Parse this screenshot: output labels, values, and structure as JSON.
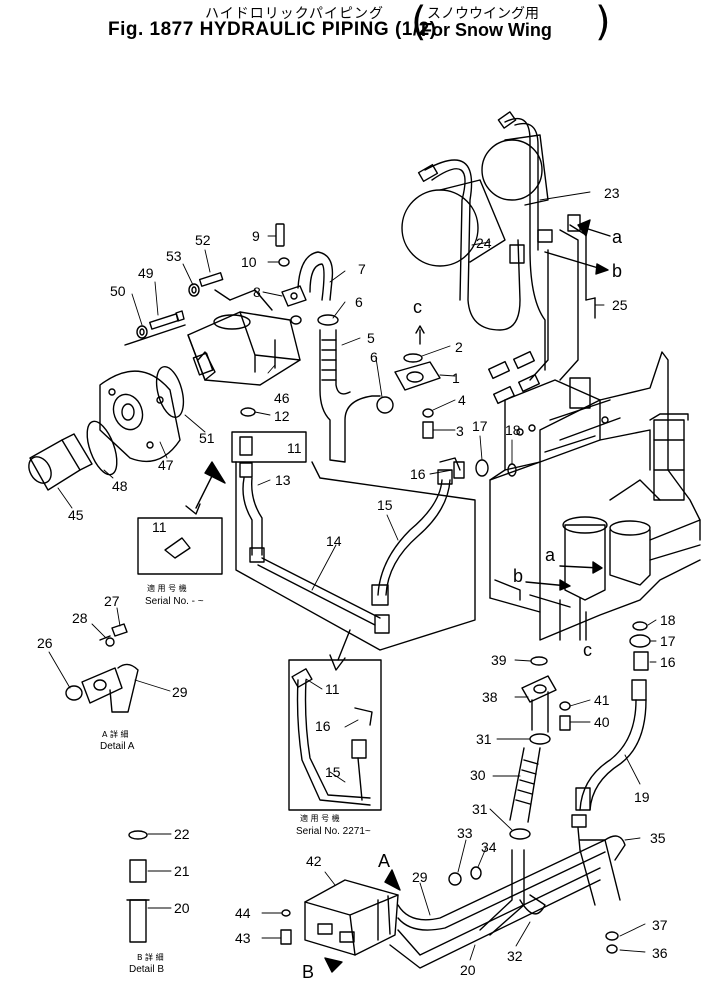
{
  "header": {
    "title_jp": "ハイドロリックパイピング",
    "title": "Fig. 1877 HYDRAULIC PIPING (1/2)",
    "subtitle_jp": "スノウウイング用",
    "subtitle": "For Snow Wing"
  },
  "parts": {
    "p1": "1",
    "p2": "2",
    "p3": "3",
    "p4": "4",
    "p5": "5",
    "p6a": "6",
    "p6b": "6",
    "p7": "7",
    "p8": "8",
    "p9": "9",
    "p10": "10",
    "p11a": "11",
    "p11b": "11",
    "p11c": "11",
    "p12": "12",
    "p13": "13",
    "p14": "14",
    "p15a": "15",
    "p15b": "15",
    "p16a": "16",
    "p16b": "16",
    "p16c": "16",
    "p17a": "17",
    "p17b": "17",
    "p18a": "18",
    "p18b": "18",
    "p19": "19",
    "p20a": "20",
    "p20b": "20",
    "p21": "21",
    "p22": "22",
    "p23": "23",
    "p24": "24",
    "p25": "25",
    "p26": "26",
    "p27": "27",
    "p28": "28",
    "p29a": "29",
    "p29b": "29",
    "p30": "30",
    "p31a": "31",
    "p31b": "31",
    "p32": "32",
    "p33": "33",
    "p34": "34",
    "p35": "35",
    "p36": "36",
    "p37": "37",
    "p38": "38",
    "p39": "39",
    "p40": "40",
    "p41": "41",
    "p42": "42",
    "p43": "43",
    "p44": "44",
    "p45": "45",
    "p46": "46",
    "p47": "47",
    "p48": "48",
    "p49": "49",
    "p50": "50",
    "p51": "51",
    "p52": "52",
    "p53": "53"
  },
  "refs": {
    "a1": "a",
    "b1": "b",
    "c1": "c",
    "a2": "a",
    "b2": "b",
    "c2": "c",
    "A": "A",
    "B": "B"
  },
  "captions": {
    "serial_jp_1": "適 用 号 機",
    "serial_1": "Serial No. - ~",
    "serial_jp_2": "適 用 号 機",
    "serial_2": "Serial No. 2271~",
    "detailA_jp": "A 詳 細",
    "detailA": "Detail A",
    "detailB_jp": "B 詳 細",
    "detailB": "Detail B"
  }
}
